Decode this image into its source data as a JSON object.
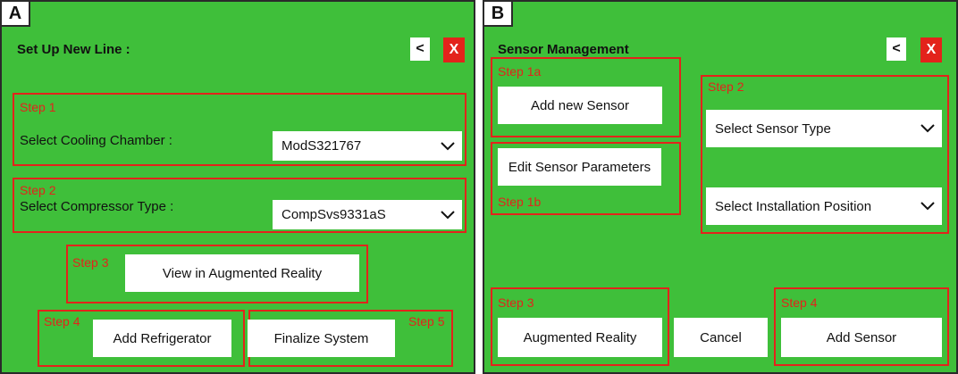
{
  "panel_a": {
    "letter": "A",
    "title": "Set Up New Line :",
    "back_label": "<",
    "close_label": "X",
    "step1": {
      "label": "Step 1",
      "field_label": "Select Cooling Chamber :",
      "value": "ModS321767"
    },
    "step2": {
      "label": "Step 2",
      "field_label": "Select Compressor Type :",
      "value": "CompSvs9331aS"
    },
    "step3": {
      "label": "Step 3",
      "button": "View in Augmented Reality"
    },
    "step4": {
      "label": "Step 4",
      "button": "Add Refrigerator"
    },
    "step5": {
      "label": "Step 5",
      "button": "Finalize System"
    }
  },
  "panel_b": {
    "letter": "B",
    "title": "Sensor Management",
    "back_label": "<",
    "close_label": "X",
    "step1a": {
      "label": "Step 1a",
      "button": "Add new Sensor"
    },
    "step1b": {
      "label": "Step 1b",
      "button": "Edit Sensor Parameters"
    },
    "step2": {
      "label": "Step 2",
      "select_type": "Select Sensor Type",
      "select_position": "Select Installation Position"
    },
    "step3": {
      "label": "Step 3",
      "button": "Augmented Reality"
    },
    "cancel": "Cancel",
    "step4": {
      "label": "Step 4",
      "button": "Add Sensor"
    }
  },
  "colors": {
    "panel_green": "#3fbf3a",
    "step_red": "#e3231b",
    "close_red": "#e3231b"
  },
  "icons": {
    "back": "chevron-left-icon",
    "close": "close-icon",
    "dropdown": "chevron-down-icon"
  }
}
